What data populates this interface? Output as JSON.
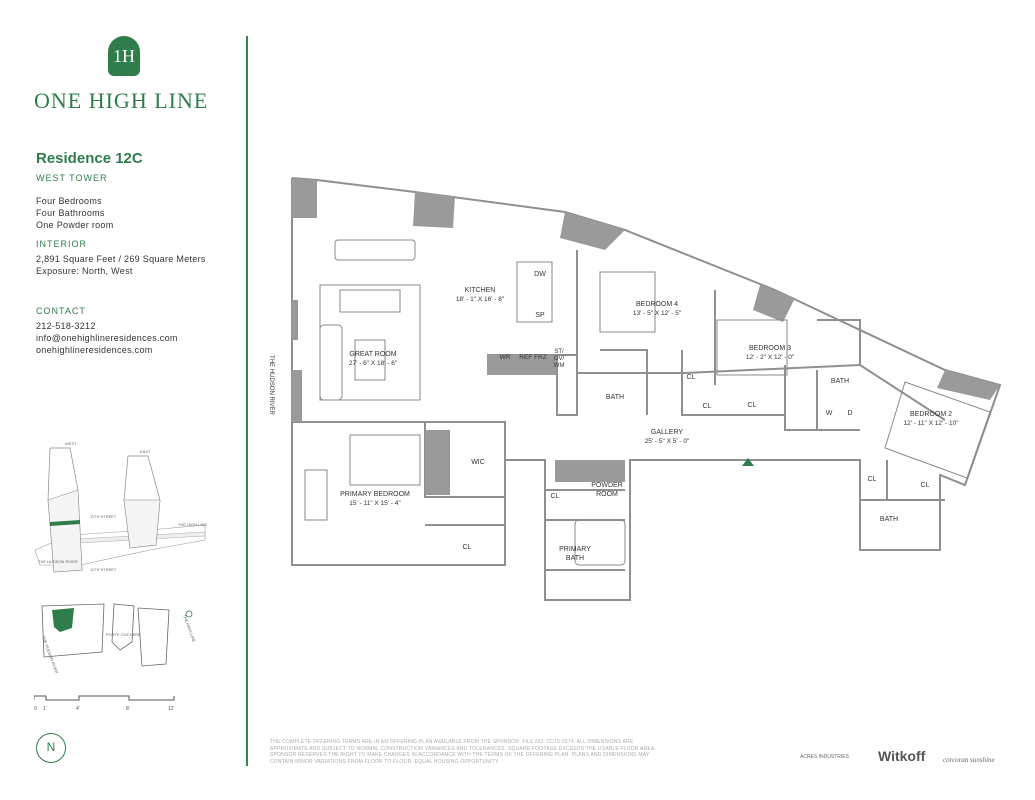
{
  "brand": {
    "monogram": "1H",
    "name": "ONE HIGH LINE"
  },
  "residence": {
    "title": "Residence 12C",
    "tower": "WEST TOWER",
    "features": [
      "Four Bedrooms",
      "Four Bathrooms",
      "One Powder room"
    ]
  },
  "interior": {
    "heading": "INTERIOR",
    "area": "2,891 Square Feet / 269 Square Meters",
    "exposure": "Exposure: North, West"
  },
  "contact": {
    "heading": "CONTACT",
    "phone": "212-518-3212",
    "email": "info@onehighlineresidences.com",
    "website": "onehighlineresidences.com"
  },
  "context_map": {
    "west_label": "WEST",
    "east_label": "EAST",
    "street_label": "11TH STREET",
    "avenue_label": "11TH STREET",
    "highline_label": "THE HIGH LINE",
    "river_label": "THE HUDSON RIVER"
  },
  "site_plan": {
    "river_label": "THE HUDSON RIVER",
    "porte_label": "PORTE COCHERE",
    "highline_label": "THE HIGH LINE"
  },
  "scale": {
    "ticks": [
      "0",
      "1'",
      "4'",
      "8'",
      "12'"
    ]
  },
  "north_label": "N",
  "floorplan": {
    "river_label": "THE HUDSON RIVER",
    "rooms": {
      "kitchen": {
        "name": "KITCHEN",
        "dims": "18' - 1\" X 16' - 8\""
      },
      "great_room": {
        "name": "GREAT ROOM",
        "dims": "27' - 6\" X 18' - 6\""
      },
      "bedroom4": {
        "name": "BEDROOM 4",
        "dims": "13' - 5\" X 12' - 5\""
      },
      "bedroom3": {
        "name": "BEDROOM 3",
        "dims": "12' - 2\" X 12' - 0\""
      },
      "bedroom2": {
        "name": "BEDROOM 2",
        "dims": "12' - 11\" X 12' - 10\""
      },
      "gallery": {
        "name": "GALLERY",
        "dims": "25' - 5\" X 5' - 0\""
      },
      "primary_bedroom": {
        "name": "PRIMARY BEDROOM",
        "dims": "15' - 11\" X 15' - 4\""
      },
      "wic": "WIC",
      "powder_room": [
        "POWDER",
        "ROOM"
      ],
      "primary_bath": [
        "PRIMARY",
        "BATH"
      ],
      "bath": "BATH",
      "closet": "CL",
      "washer": "W",
      "dryer": "D",
      "dishwasher": "DW",
      "sink_prep": "SP",
      "wine_ref": "WR",
      "ref_frz": "REF FRZ",
      "st_ov": [
        "ST/",
        "OV/",
        "WM"
      ]
    }
  },
  "disclaimer": "THE COMPLETE OFFERING TERMS ARE IN AN OFFERING PLAN AVAILABLE FROM THE SPONSOR. FILE NO. CD19-0274. ALL DIMENSIONS ARE APPROXIMATE AND SUBJECT TO NORMAL CONSTRUCTION VARIANCES AND TOLERANCES. SQUARE FOOTAGE EXCEEDS THE USABLE FLOOR AREA. SPONSOR RESERVES THE RIGHT TO MAKE CHANGES IN ACCORDANCE WITH THE TERMS OF THE OFFERING PLAN. PLANS AND DIMENSIONS MAY CONTAIN MINOR VARIATIONS FROM FLOOR TO FLOOR. EQUAL HOUSING OPPORTUNITY.",
  "partners": [
    "ACRES INDUSTRIES",
    "Witkoff",
    "corcoran sunshine"
  ],
  "colors": {
    "brand_green": "#2e7d4a",
    "wall": "#8f8f8f",
    "window": "#9a9a9a"
  }
}
